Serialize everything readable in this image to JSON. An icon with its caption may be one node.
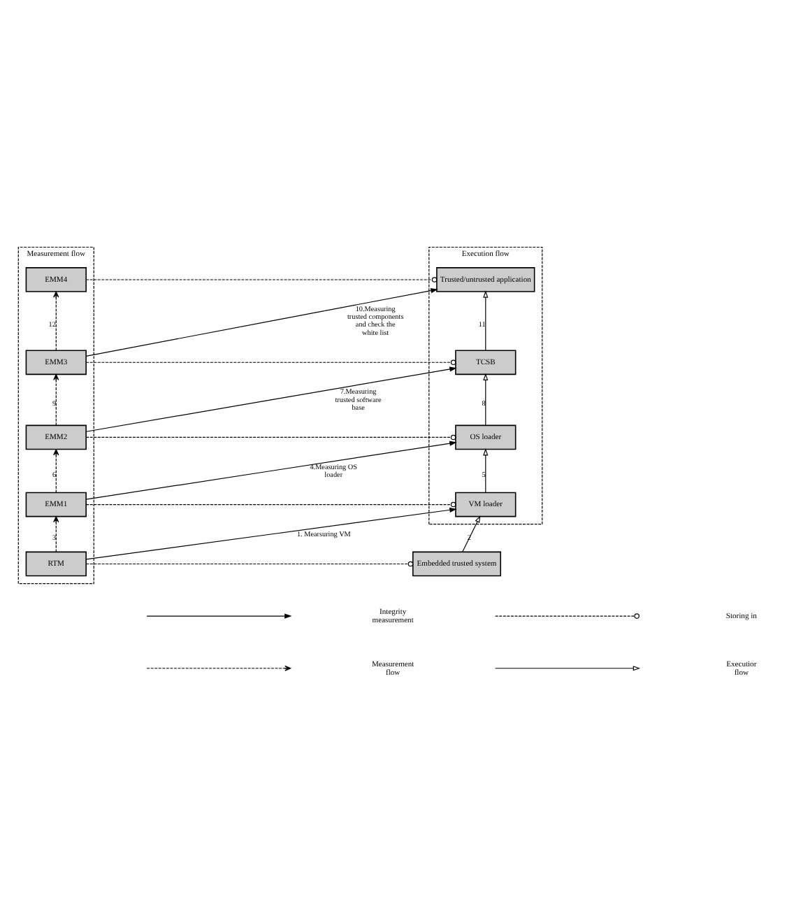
{
  "diagram": {
    "nodes": [
      {
        "text": [
          "Measurement flow"
        ]
      },
      {
        "text": [
          "EMM4"
        ],
        "in": 0
      },
      {
        "text": [
          "EMM3"
        ],
        "in": 0
      },
      {
        "text": [
          "EMM2"
        ],
        "in": 0
      },
      {
        "text": [
          "EMM1"
        ],
        "in": 0
      },
      {
        "text": [
          "RTM"
        ],
        "in": 0
      },
      {
        "text": [
          "Execution flow"
        ]
      },
      {
        "text": [
          "Trusted/untrusted application"
        ],
        "in": 6
      },
      {
        "text": [
          "TCSB"
        ],
        "in": 6
      },
      {
        "text": [
          "OS loader"
        ],
        "in": 6
      },
      {
        "text": [
          "VM loader"
        ],
        "in": 6
      },
      {
        "text": [
          "Embedded trusted system"
        ]
      }
    ],
    "edges": [
      {
        "from": 5,
        "to": 4,
        "arrow": "to",
        "label": "3",
        "style": "dashed"
      },
      {
        "from": 4,
        "to": 3,
        "arrow": "to",
        "label": "6",
        "style": "dashed"
      },
      {
        "from": 3,
        "to": 2,
        "arrow": "to",
        "label": "9",
        "style": "dashed"
      },
      {
        "from": 2,
        "to": 1,
        "arrow": "to",
        "label": "12",
        "style": "dashed"
      },
      {
        "from": 11,
        "to": 10,
        "arrow": "to",
        "label": "2"
      },
      {
        "from": 10,
        "to": 9,
        "arrow": "to",
        "label": "5"
      },
      {
        "from": 9,
        "to": 8,
        "arrow": "to",
        "label": "8"
      },
      {
        "from": 8,
        "to": 7,
        "arrow": "to",
        "label": "11"
      },
      {
        "from": 5,
        "to": 10,
        "arrow": "to",
        "label": "1. Mearsuring VM"
      },
      {
        "from": 4,
        "to": 9,
        "arrow": "to",
        "label": "4.Measuring OS loader"
      },
      {
        "from": 3,
        "to": 8,
        "arrow": "to",
        "label": "7.Measuring trusted software base"
      },
      {
        "from": 2,
        "to": 7,
        "arrow": "to",
        "label": "10.Measuring trusted components and check the white list"
      },
      {
        "from": 1,
        "to": 7,
        "arrow": "other",
        "style": "dashed"
      },
      {
        "from": 2,
        "to": 8,
        "arrow": "other",
        "style": "dashed"
      },
      {
        "from": 3,
        "to": 9,
        "arrow": "other",
        "style": "dashed"
      },
      {
        "from": 4,
        "to": 10,
        "arrow": "other",
        "style": "dashed"
      },
      {
        "from": 5,
        "to": 11,
        "arrow": "other",
        "style": "dashed"
      }
    ],
    "legend": [
      {
        "text": "Integrity measurement"
      },
      {
        "text": "Storing in"
      },
      {
        "text": "Measurement flow"
      },
      {
        "text": "Executior flow"
      }
    ]
  }
}
